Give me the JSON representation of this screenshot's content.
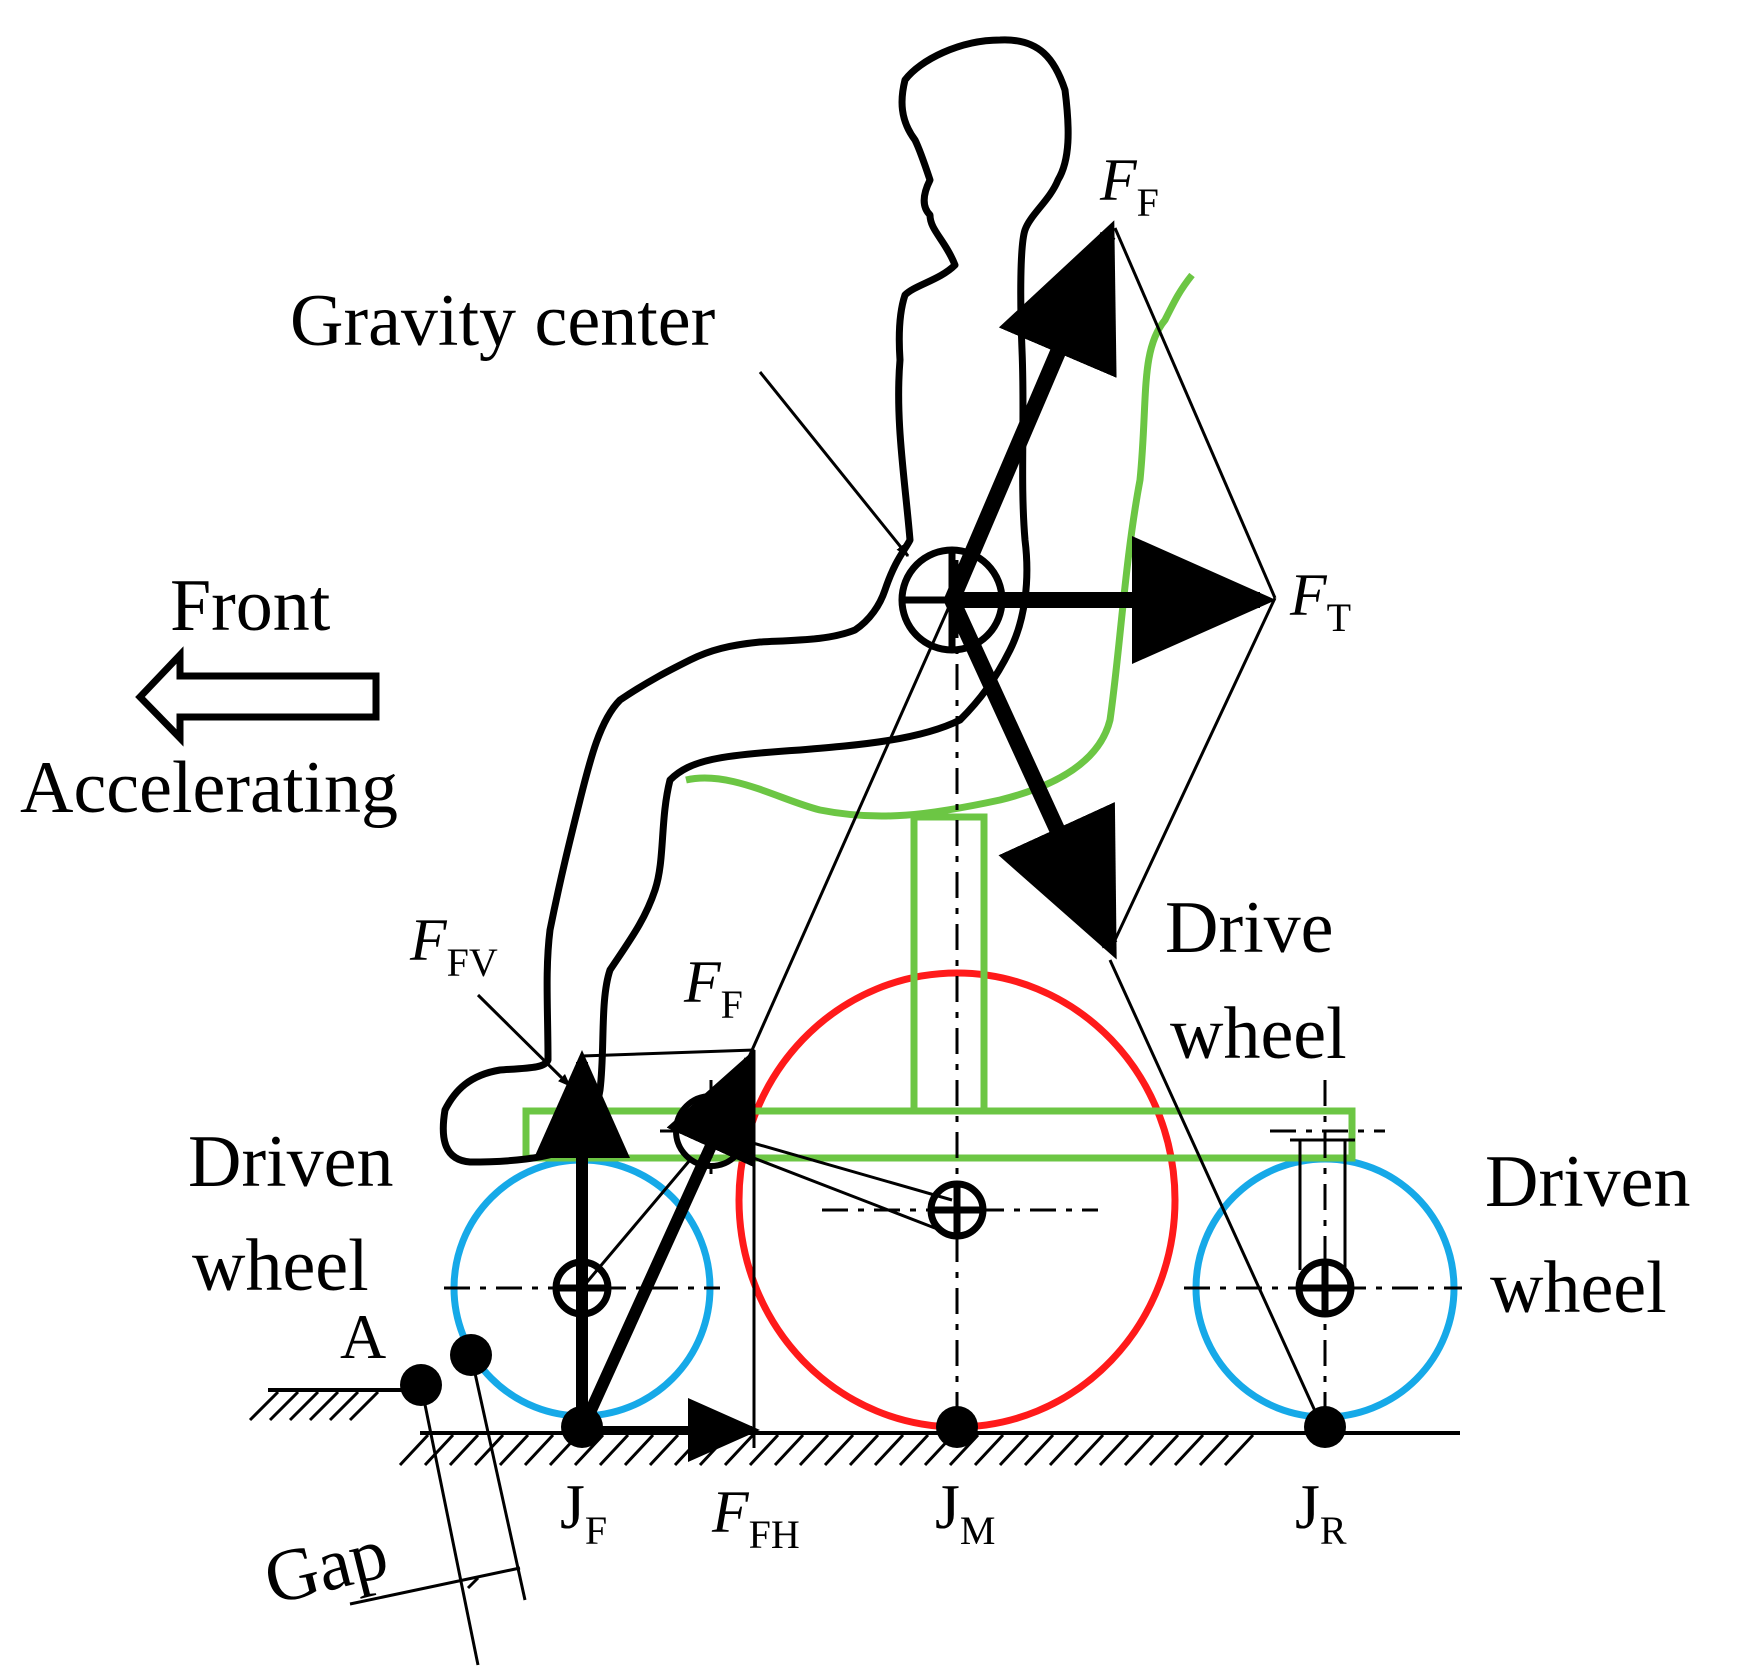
{
  "colors": {
    "outline": "#000000",
    "seat_frame": "#6cc644",
    "drive_wheel": "#ff1a1a",
    "driven_wheel": "#16a9e8"
  },
  "labels": {
    "gravity_center": "Gravity center",
    "front": "Front",
    "accelerating": "Accelerating",
    "drive_wheel_l1": "Drive",
    "drive_wheel_l2": "wheel",
    "driven_left_l1": "Driven",
    "driven_left_l2": "wheel",
    "driven_right_l1": "Driven",
    "driven_right_l2": "wheel",
    "point_a": "A",
    "gap": "Gap"
  },
  "forces": {
    "ff_top": {
      "symbol": "F",
      "sub": "F"
    },
    "ft": {
      "symbol": "F",
      "sub": "T"
    },
    "ffv": {
      "symbol": "F",
      "sub": "FV"
    },
    "ff_low": {
      "symbol": "F",
      "sub": "F"
    },
    "ffh": {
      "symbol": "F",
      "sub": "FH"
    }
  },
  "joints": {
    "jf": {
      "symbol": "J",
      "sub": "F"
    },
    "jm": {
      "symbol": "J",
      "sub": "M"
    },
    "jr": {
      "symbol": "J",
      "sub": "R"
    }
  }
}
